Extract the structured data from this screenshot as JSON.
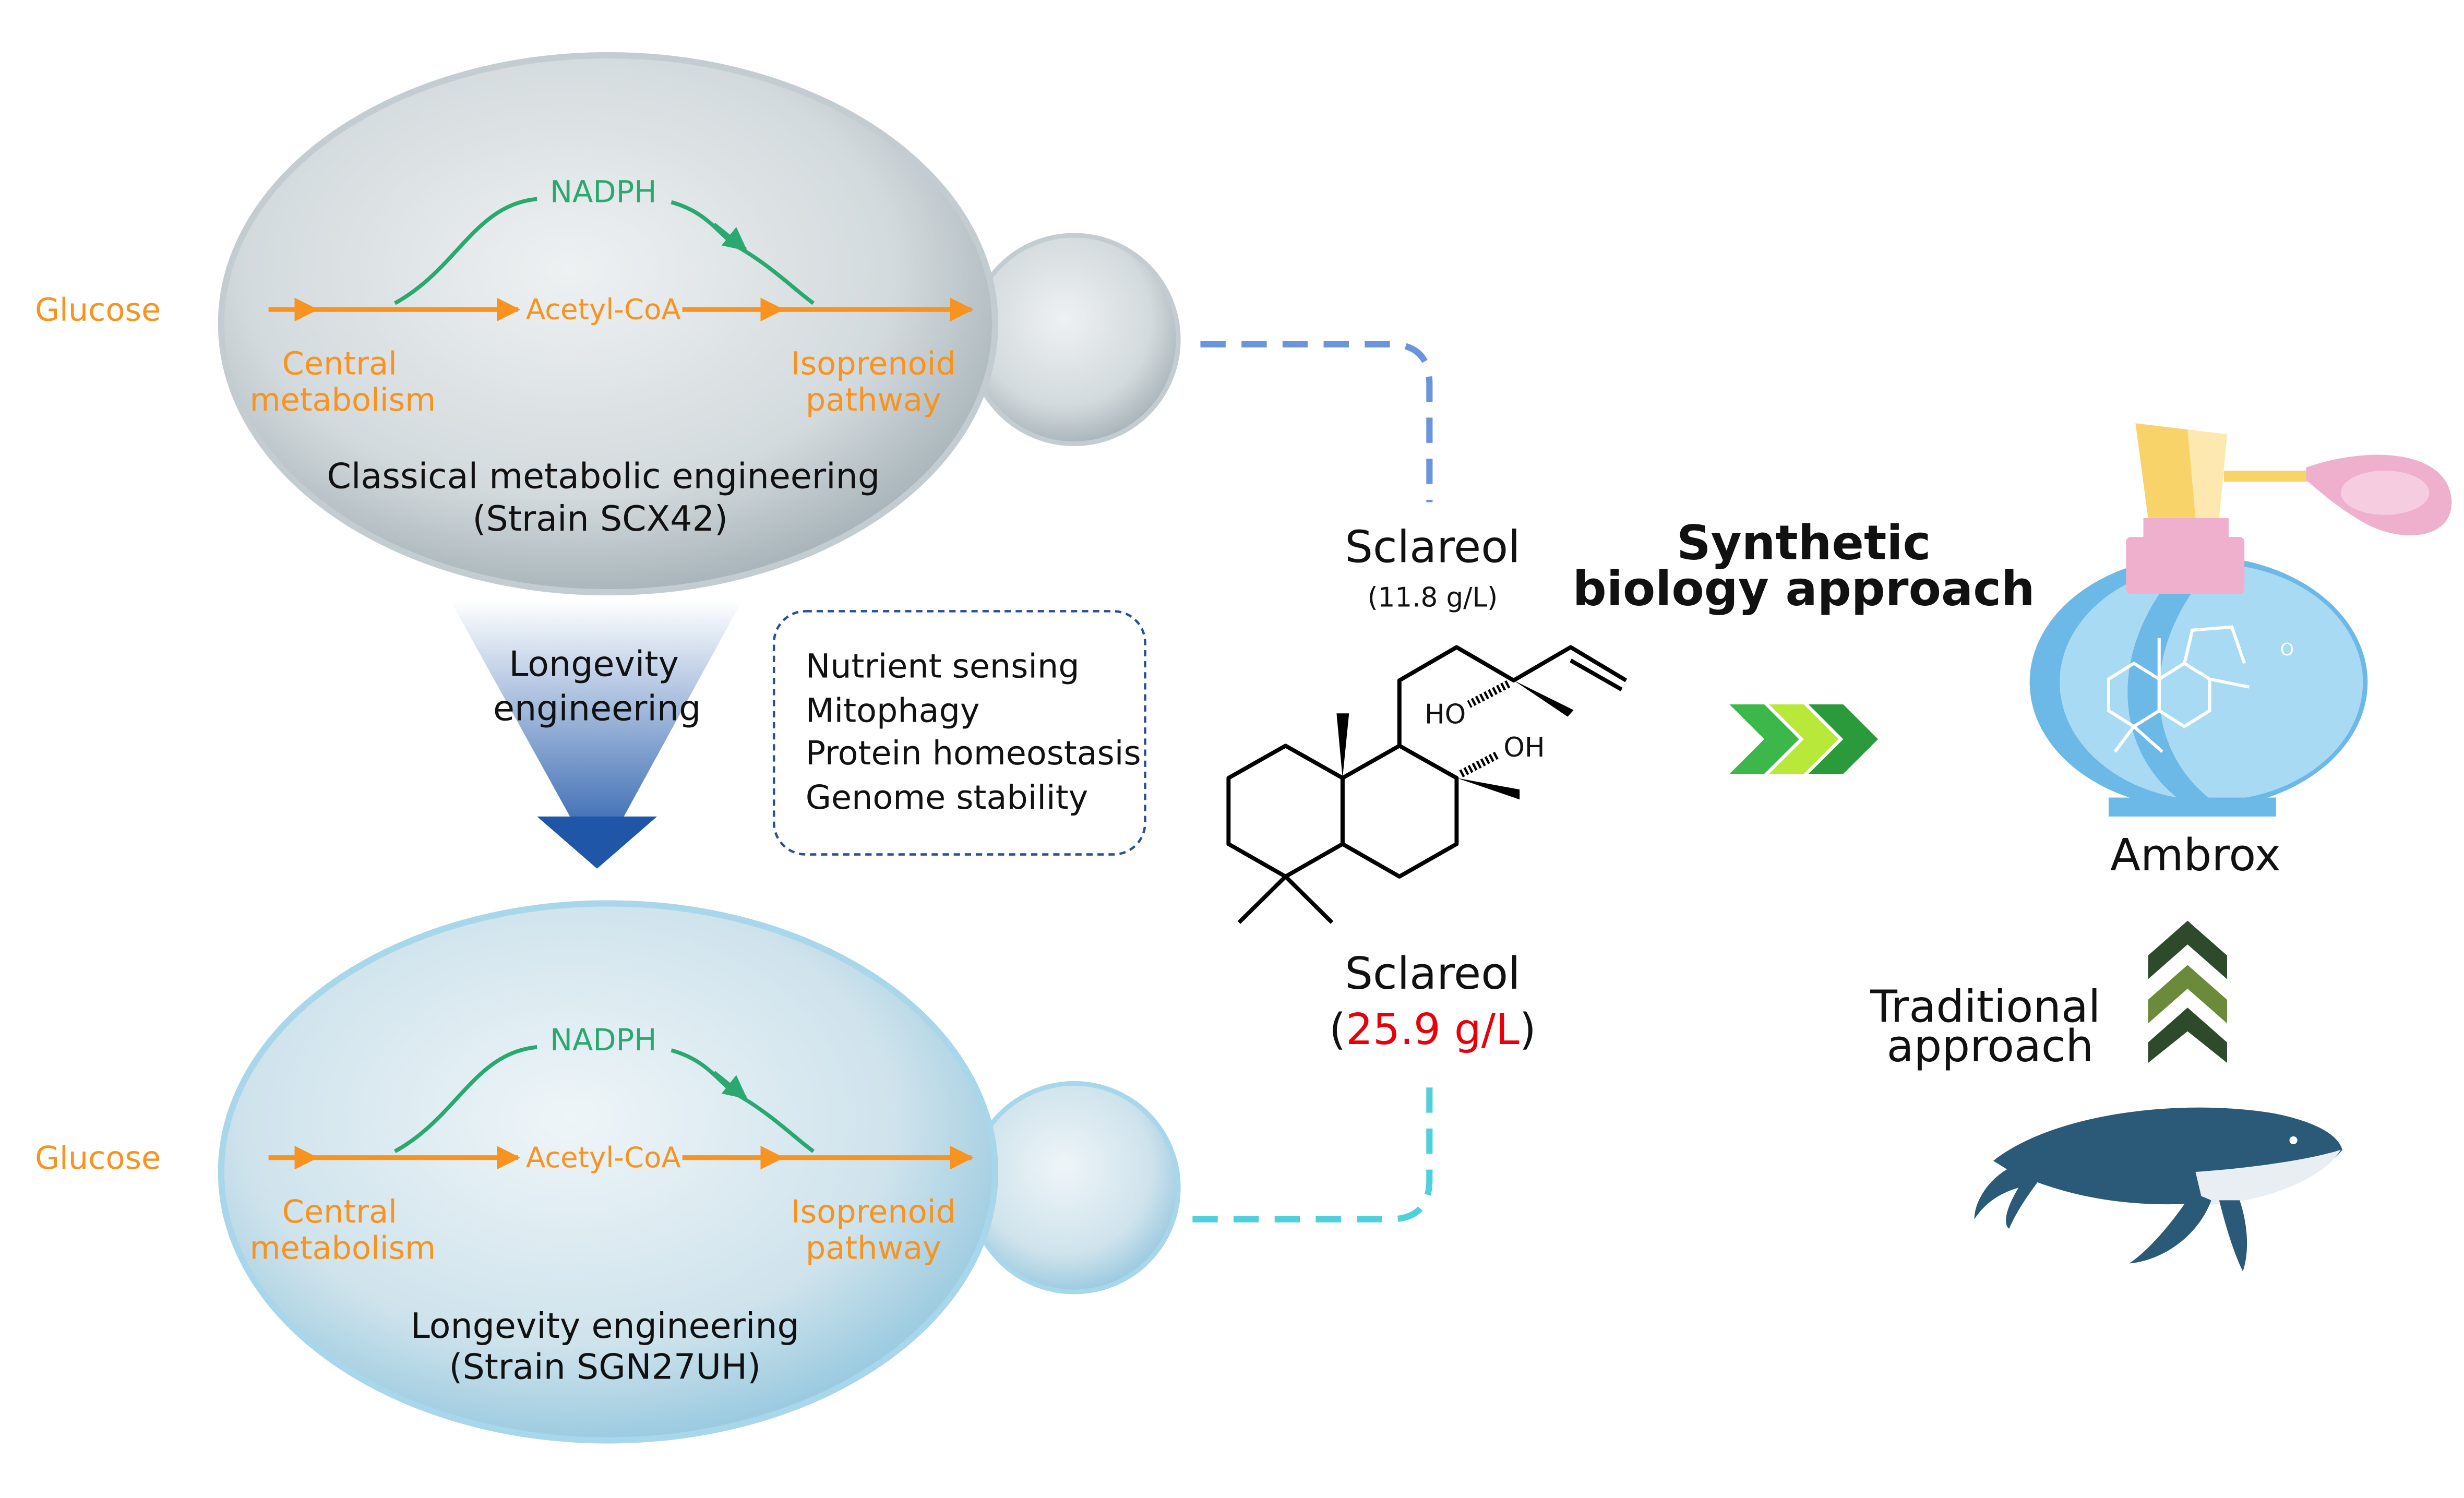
{
  "top_cell": {
    "glucose": "Glucose",
    "central_1": "Central",
    "central_2": "metabolism",
    "acetyl": "Acetyl-CoA",
    "nadph": "NADPH",
    "isoprenoid_1": "Isoprenoid",
    "isoprenoid_2": "pathway",
    "title": "Classical metabolic engineering",
    "strain": "(Strain SCX42)"
  },
  "bottom_cell": {
    "glucose": "Glucose",
    "central_1": "Central",
    "central_2": "metabolism",
    "acetyl": "Acetyl-CoA",
    "nadph": "NADPH",
    "isoprenoid_1": "Isoprenoid",
    "isoprenoid_2": "pathway",
    "title": "Longevity engineering",
    "strain": "(Strain SGN27UH)"
  },
  "longevity_arrow": {
    "line1": "Longevity",
    "line2": "engineering"
  },
  "features": [
    "Nutrient sensing",
    "Mitophagy",
    "Protein homeostasis",
    "Genome stability"
  ],
  "sclareol_top": {
    "name": "Sclareol",
    "titer": "(11.8 g/L)"
  },
  "sclareol_bottom": {
    "name": "Sclareol",
    "open": "(",
    "titer": "25.9  g/L",
    "close": ")"
  },
  "molecule": {
    "ho": "HO",
    "oh": "OH"
  },
  "synthetic": {
    "line1": "Synthetic",
    "line2": "biology approach"
  },
  "ambrox": {
    "label": "Ambrox",
    "o": "O"
  },
  "traditional": {
    "line1": "Traditional",
    "line2": "approach"
  },
  "colors": {
    "pathway": "#f7931e",
    "nadph": "#2aa870",
    "highlight": "#e8000b",
    "top_dash": "#6a95dc",
    "bottom_dash": "#4fd0dc"
  }
}
